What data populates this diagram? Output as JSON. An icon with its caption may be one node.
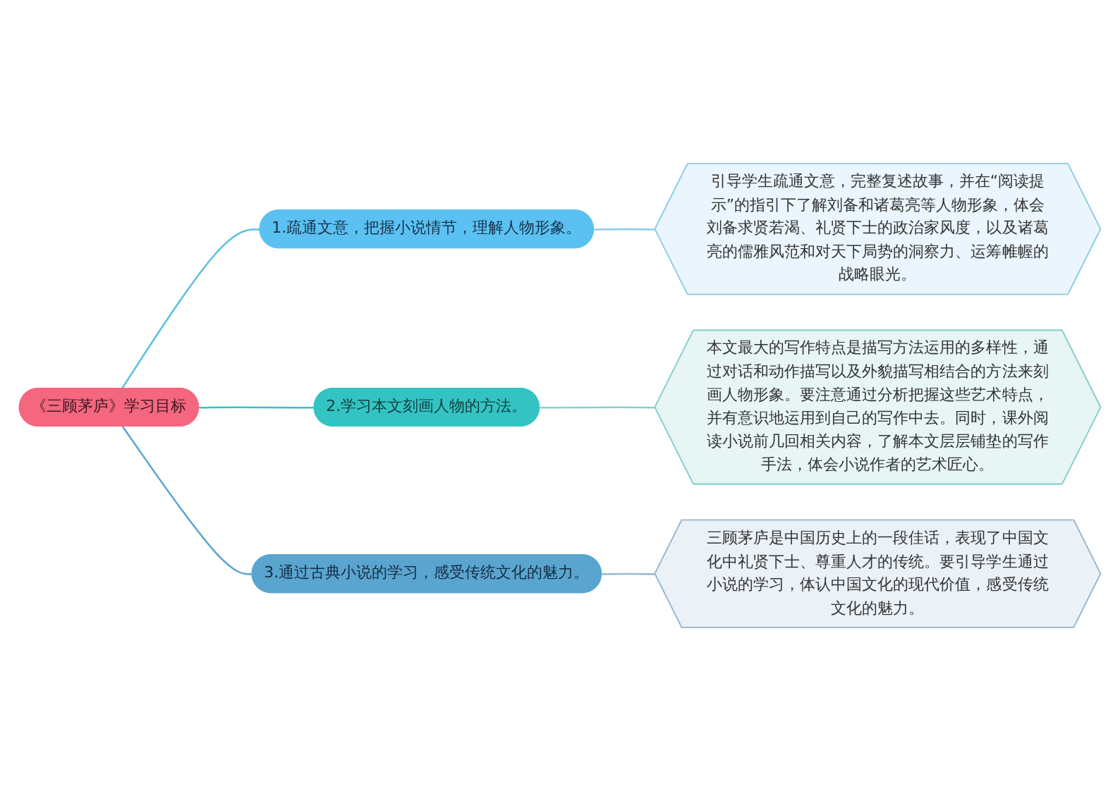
{
  "diagram": {
    "nodes": [
      {
        "text": [
          "《三顾茅庐》学习目标"
        ]
      },
      {
        "text": [
          "1.疏通文意，把握小说情节，理解人物形象。"
        ]
      },
      {
        "text": [
          "引导学生疏通文意，完整复述故事，并在“阅读提示”的指引下了解刘备和诸葛亮等人物形象，体会刘备求贤若渴、礼贤下士的政治家风度，以及诸葛亮的儒雅风范和对天下局势的洞察力、运筹帷幄的战略眼光。"
        ]
      },
      {
        "text": [
          "2.学习本文刻画人物的方法。"
        ]
      },
      {
        "text": [
          "本文最大的写作特点是描写方法运用的多样性，通过对话和动作描写以及外貌描写相结合的方法来刻画人物形象。要注意通过分析把握这些艺术特点，并有意识地运用到自己的写作中去。同时，课外阅读小说前几回相关内容，了解本文层层铺垫的写作手法，体会小说作者的艺术匠心。"
        ]
      },
      {
        "text": [
          "3.通过古典小说的学习，感受传统文化的魅力。"
        ]
      },
      {
        "text": [
          "三顾茅庐是中国历史上的一段佳话，表现了中国文化中礼贤下士、尊重人才的传统。要引导学生通过小说的学习，体认中国文化的现代价值，感受传统文化的魅力。"
        ]
      }
    ],
    "edges": [
      {
        "from": 0,
        "to": 1,
        "arrow": "none",
        "color": "#5bbfe0"
      },
      {
        "from": 1,
        "to": 2,
        "arrow": "none",
        "color": "#8fcde8"
      },
      {
        "from": 0,
        "to": 3,
        "arrow": "none",
        "color": "#33c3c3"
      },
      {
        "from": 3,
        "to": 4,
        "arrow": "none",
        "color": "#88cfcf"
      },
      {
        "from": 0,
        "to": 5,
        "arrow": "none",
        "color": "#5aa5d0"
      },
      {
        "from": 5,
        "to": 6,
        "arrow": "none",
        "color": "#9ab9d3"
      }
    ]
  }
}
